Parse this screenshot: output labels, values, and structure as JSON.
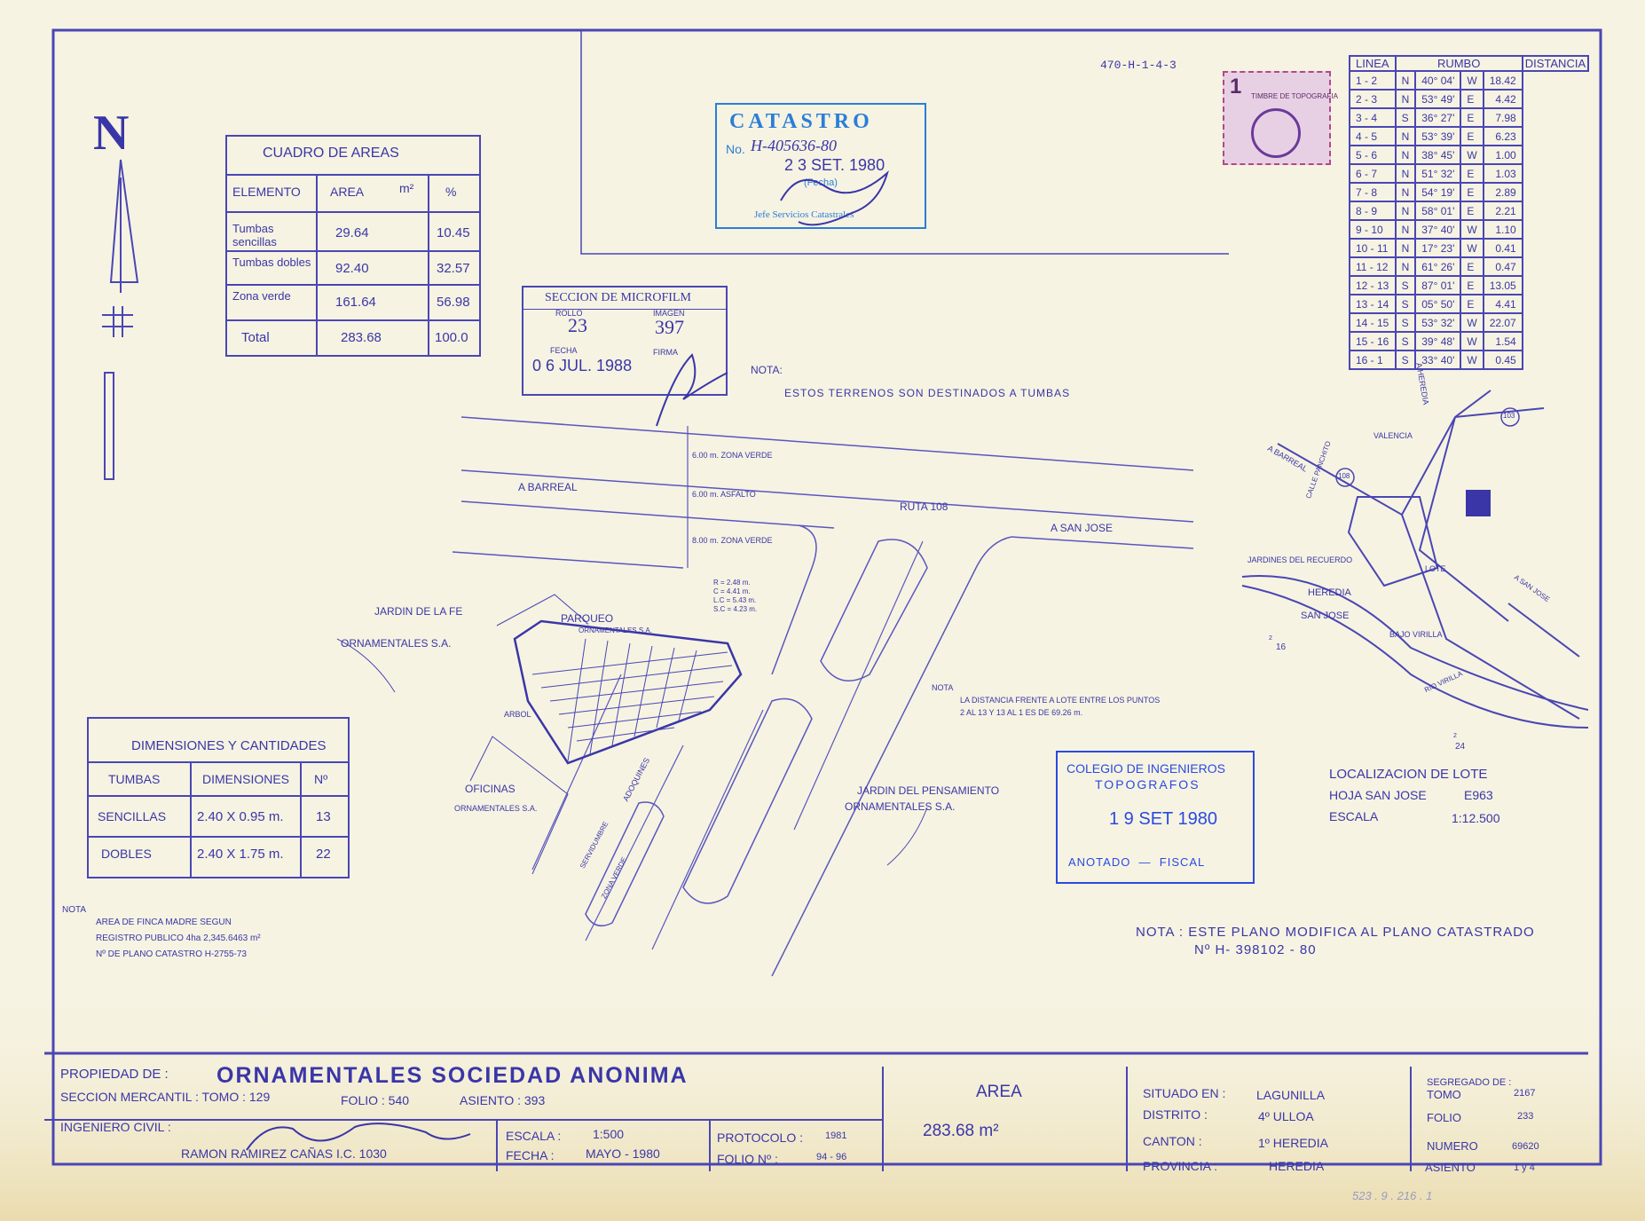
{
  "header": {
    "code": "470-H-1-4-3",
    "north": "N"
  },
  "areas_table": {
    "title": "CUADRO DE AREAS",
    "headers": [
      "ELEMENTO",
      "AREA",
      "m²",
      "%"
    ],
    "rows": [
      {
        "element": "Tumbas sencillas",
        "area": "29.64",
        "pct": "10.45"
      },
      {
        "element": "Tumbas dobles",
        "area": "92.40",
        "pct": "32.57"
      },
      {
        "element": "Zona verde",
        "area": "161.64",
        "pct": "56.98"
      },
      {
        "element": "Total",
        "area": "283.68",
        "pct": "100.0"
      }
    ]
  },
  "catastro_stamp": {
    "title": "CATASTRO",
    "number": "H-405636-80",
    "no_label": "No.",
    "date": "2 3 SET. 1980",
    "fecha_label": "(Fecha)",
    "signer": "Jefe Servicios Catastrales"
  },
  "microfilm_stamp": {
    "title": "SECCION DE MICROFILM",
    "rollo_label": "ROLLO",
    "rollo": "23",
    "imagen_label": "IMAGEN",
    "imagen": "397",
    "fecha_label": "FECHA",
    "fecha": "0 6 JUL. 1988",
    "firma_label": "FIRMA"
  },
  "tax_stamp": {
    "value": "1",
    "text": "TIMBRE DE TOPOGRAFIA"
  },
  "bearings_table": {
    "headers": [
      "LINEA",
      "RUMBO",
      "DISTANCIA"
    ],
    "rows": [
      [
        "1 - 2",
        "N",
        "40° 04'",
        "W",
        "18.42"
      ],
      [
        "2 - 3",
        "N",
        "53° 49'",
        "E",
        "4.42"
      ],
      [
        "3 - 4",
        "S",
        "36° 27'",
        "E",
        "7.98"
      ],
      [
        "4 - 5",
        "N",
        "53° 39'",
        "E",
        "6.23"
      ],
      [
        "5 - 6",
        "N",
        "38° 45'",
        "W",
        "1.00"
      ],
      [
        "6 - 7",
        "N",
        "51° 32'",
        "E",
        "1.03"
      ],
      [
        "7 - 8",
        "N",
        "54° 19'",
        "E",
        "2.89"
      ],
      [
        "8 - 9",
        "N",
        "58° 01'",
        "E",
        "2.21"
      ],
      [
        "9 - 10",
        "N",
        "37° 40'",
        "W",
        "1.10"
      ],
      [
        "10 - 11",
        "N",
        "17° 23'",
        "W",
        "0.41"
      ],
      [
        "11 - 12",
        "N",
        "61° 26'",
        "E",
        "0.47"
      ],
      [
        "12 - 13",
        "S",
        "87° 01'",
        "E",
        "13.05"
      ],
      [
        "13 - 14",
        "S",
        "05° 50'",
        "E",
        "4.41"
      ],
      [
        "14 - 15",
        "S",
        "53° 32'",
        "W",
        "22.07"
      ],
      [
        "15 - 16",
        "S",
        "39° 48'",
        "W",
        "1.54"
      ],
      [
        "16 - 1",
        "S",
        "33° 40'",
        "W",
        "0.45"
      ]
    ]
  },
  "notes": {
    "note_label": "NOTA:",
    "terrain": "ESTOS TERRENOS SON DESTINADOS A TUMBAS",
    "distance_label": "NOTA",
    "distance_1": "LA DISTANCIA FRENTE A LOTE ENTRE LOS PUNTOS",
    "distance_2": "2 AL 13 Y 13 AL 1 ES DE 69.26 m.",
    "finca_label": "NOTA",
    "finca_1": "AREA DE FINCA MADRE SEGUN",
    "finca_2": "REGISTRO PUBLICO 4ha 2,345.6463 m²",
    "finca_3": "Nº DE PLANO CATASTRO H-2755-73",
    "modifica_1": "NOTA : ESTE PLANO MODIFICA AL PLANO CATASTRADO",
    "modifica_2": "Nº H- 398102 - 80"
  },
  "map_labels": {
    "zona_verde_6": "6.00 m. ZONA VERDE",
    "asfalto": "6.00 m. ASFALTO",
    "zona_verde_8": "8.00 m. ZONA VERDE",
    "a_barreal": "A BARREAL",
    "ruta": "RUTA 108",
    "a_san_jose": "A SAN JOSE",
    "jardin_fe": "JARDIN DE LA FE",
    "orn_sa_1": "ORNAMENTALES S.A.",
    "parqueo": "PARQUEO",
    "orn_sa_2": "ORNAMENTALES S.A.",
    "curve_1": "R = 2.48 m.",
    "curve_2": "C = 4.41 m.",
    "curve_3": "L.C = 5.43 m.",
    "curve_4": "S.C = 4.23 m.",
    "arbol": "ARBOL",
    "oficinas": "OFICINAS",
    "orn_sa_3": "ORNAMENTALES S.A.",
    "jardin_pens": "JARDIN DEL PENSAMIENTO",
    "orn_sa_4": "ORNAMENTALES S.A.",
    "adoquines": "ADOQUINES",
    "servidumbre": "SERVIDUMBRE",
    "zona_verde": "ZONA VERDE"
  },
  "dimensions_table": {
    "title": "DIMENSIONES Y CANTIDADES",
    "headers": [
      "TUMBAS",
      "DIMENSIONES",
      "Nº"
    ],
    "rows": [
      [
        "SENCILLAS",
        "2.40 X 0.95 m.",
        "13"
      ],
      [
        "DOBLES",
        "2.40 X 1.75 m.",
        "22"
      ]
    ]
  },
  "colegio_stamp": {
    "line1": "COLEGIO DE INGENIEROS",
    "line2": "TOPOGRAFOS",
    "date": "1 9 SET 1980",
    "footer": "ANOTADO  —  FISCAL"
  },
  "location_map": {
    "barreal": "A BARREAL",
    "heredia_top": "A HEREDIA",
    "valencia": "VALENCIA",
    "calle": "CALLE PANCHITO",
    "jardines": "JARDINES DEL RECUERDO",
    "lote": "LOTE",
    "heredia": "HEREDIA",
    "san_jose": "SAN JOSE",
    "bajo_virilla": "BAJO VIRILLA",
    "rio": "RIO VIRILLA",
    "a_san_jose": "A SAN JOSE",
    "route_103": "103",
    "route_108": "108",
    "grid_16": "16",
    "grid_24": "24",
    "grid_2a": "2",
    "grid_2b": "2",
    "title": "LOCALIZACION DE LOTE",
    "hoja_label": "HOJA SAN JOSE",
    "hoja_value": "E963",
    "escala_label": "ESCALA",
    "escala_value": "1:12.500"
  },
  "title_block": {
    "propiedad_label": "PROPIEDAD DE :",
    "propiedad": "ORNAMENTALES SOCIEDAD ANONIMA",
    "seccion": "SECCION MERCANTIL : TOMO : 129",
    "folio": "FOLIO : 540",
    "asiento": "ASIENTO : 393",
    "ingeniero_label": "INGENIERO CIVIL :",
    "ingeniero": "RAMON RAMIREZ CAÑAS  I.C. 1030",
    "escala_label": "ESCALA :",
    "escala": "1:500",
    "fecha_label": "FECHA :",
    "fecha": "MAYO - 1980",
    "protocolo_label": "PROTOCOLO :",
    "protocolo": "1981",
    "folio_no_label": "FOLIO Nº :",
    "folio_no": "94 - 96",
    "area_label": "AREA",
    "area_value": "283.68 m²",
    "situado_label": "SITUADO EN :",
    "situado": "LAGUNILLA",
    "distrito_label": "DISTRITO :",
    "distrito": "4º ULLOA",
    "canton_label": "CANTON :",
    "canton": "1º HEREDIA",
    "provincia_label": "PROVINCIA :",
    "provincia": "HEREDIA",
    "segregado_label": "SEGREGADO DE :",
    "tomo_label": "TOMO",
    "tomo": "2167",
    "folio2_label": "FOLIO",
    "folio2": "233",
    "numero_label": "NUMERO",
    "numero": "69620",
    "asiento2_label": "ASIENTO",
    "asiento2": "1 y 4"
  },
  "bottom_handwritten": "523 . 9 . 216 . 1"
}
